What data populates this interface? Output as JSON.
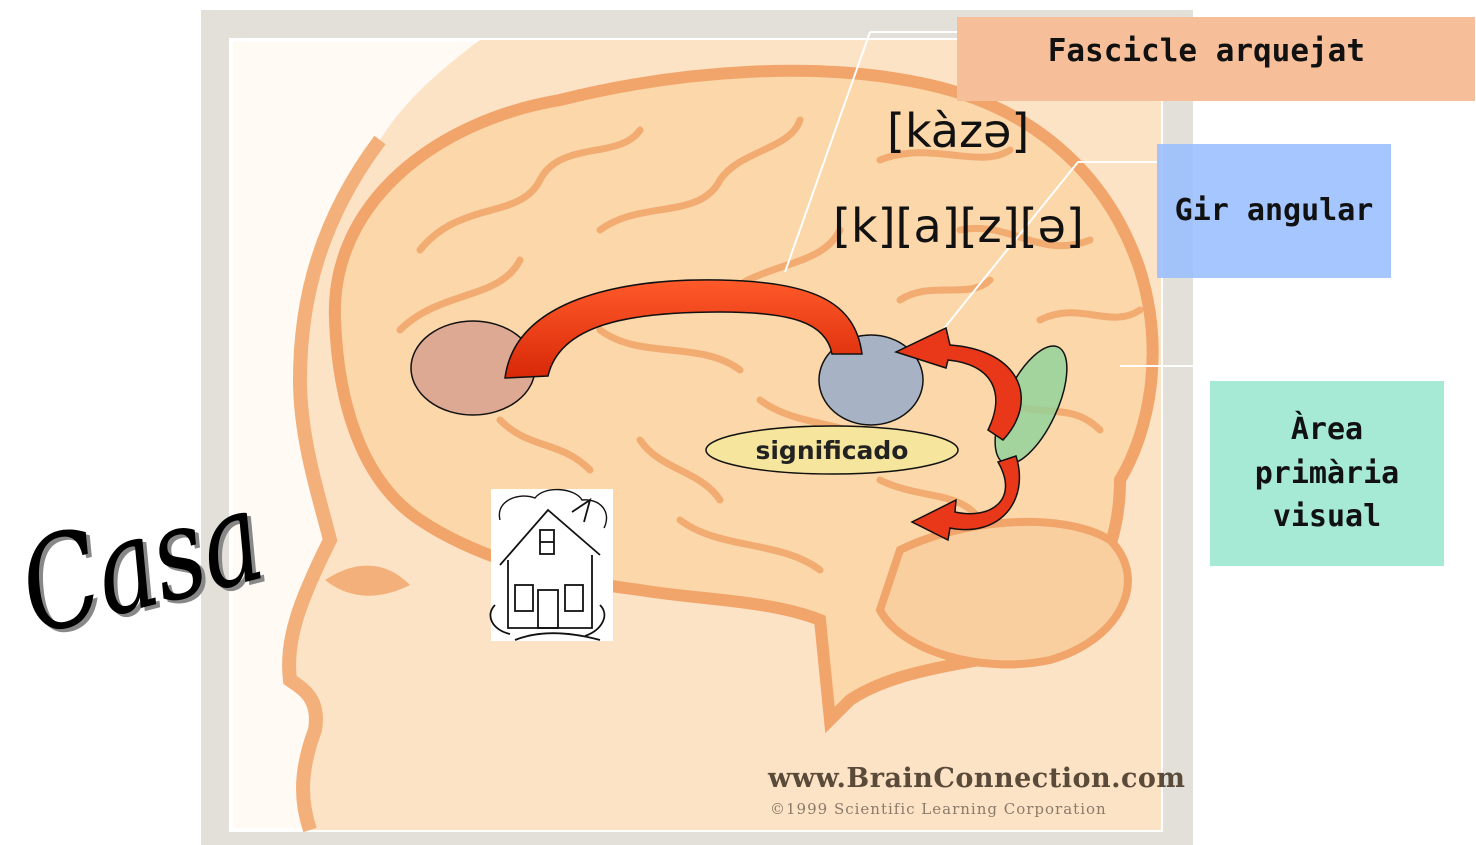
{
  "labels": {
    "fascicle": "Fascicle arquejat",
    "angular_gyrus": "Gir angular",
    "visual_area": [
      "Àrea",
      "primària",
      "visual"
    ],
    "meaning": "significado"
  },
  "phonetics": {
    "word": "[kàzə]",
    "segments": "[k][a][z][ə]"
  },
  "word": "Casa",
  "credits": {
    "url": "www.BrainConnection.com",
    "copyright": "©1999 Scientific Learning Corporation"
  },
  "icons": {
    "house": "house-icon"
  },
  "colors": {
    "fascicle_box": "#f6bf9a",
    "angular_box": "#96bcff",
    "visual_box": "#a6ead6",
    "brain": "#fbd7aa",
    "outline": "#f1a56a",
    "arrow": "#e9371a",
    "broca": "#d49a8a",
    "angular_area": "#a7b3c4",
    "visual_oval": "#8fd39a",
    "meaning_oval": "#f6e59c"
  }
}
